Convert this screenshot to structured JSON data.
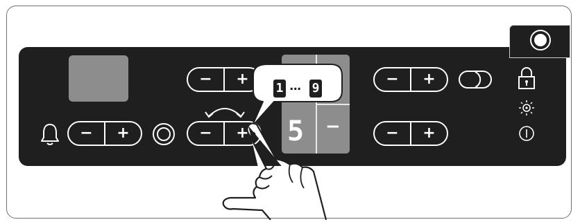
{
  "controls": {
    "minus_label": "−",
    "plus_label": "+"
  },
  "zone_display": {
    "rear_digit": "",
    "front_digit": "5",
    "minus_label": "−"
  },
  "power_level_range": {
    "min": "1",
    "separator": "...",
    "max": "9"
  },
  "icons": {
    "power": "power-button-icon",
    "timer_bell": "bell-icon",
    "zone_select": "double-circle-icon",
    "bridge": "bridge-zone-icon",
    "lock": "padlock-icon",
    "keep_warm": "sun-indicator-icon",
    "on_off": "on-off-indicator-icon",
    "rotate": "curved-arrows-icon",
    "hand": "pointing-hand-icon"
  },
  "colors": {
    "panel": "#1f1f1f",
    "display": "#8d8d8d",
    "foreground": "#ffffff"
  }
}
